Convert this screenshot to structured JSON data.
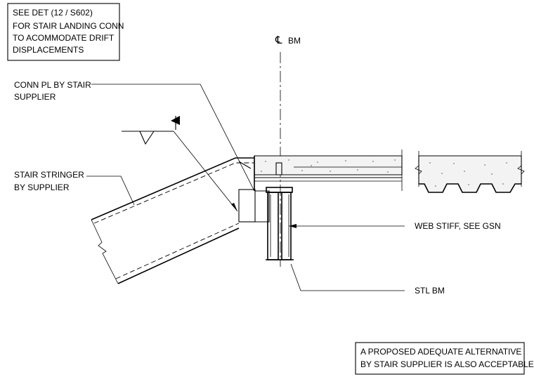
{
  "notes": {
    "see_det": [
      "SEE DET  (12 / S602)",
      "FOR STAIR LANDING CONN",
      "TO ACOMMODATE DRIFT",
      "DISPLACEMENTS"
    ],
    "conn_pl": [
      "CONN PL BY STAIR",
      "SUPPLIER"
    ],
    "stair_stringer": [
      "STAIR STRINGER",
      "BY SUPPLIER"
    ],
    "web_stiff": "WEB STIFF, SEE GSN",
    "stl_bm": "STL BM",
    "alternative": [
      "A PROPOSED  ADEQUATE ALTERNATIVE",
      "BY STAIR SUPPLIER IS ALSO ACCEPTABLE"
    ]
  },
  "centerline": {
    "symbol": "℄",
    "label": "BM"
  }
}
